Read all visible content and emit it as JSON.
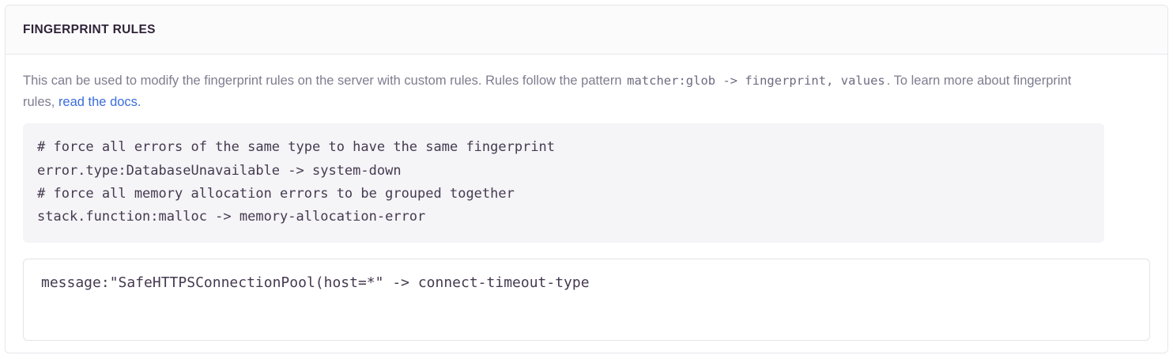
{
  "panel": {
    "title": "FINGERPRINT RULES",
    "description": {
      "text_before_code": "This can be used to modify the fingerprint rules on the server with custom rules. Rules follow the pattern ",
      "inline_code": "matcher:glob -> fingerprint, values",
      "text_after_code": ". To learn more about fingerprint rules, ",
      "link_label": "read the docs.",
      "link_color": "#3b6ddb"
    },
    "example_code": "# force all errors of the same type to have the same fingerprint\nerror.type:DatabaseUnavailable -> system-down\n# force all memory allocation errors to be grouped together\nstack.function:malloc -> memory-allocation-error",
    "example_lines": [
      "# force all errors of the same type to have the same fingerprint",
      "error.type:DatabaseUnavailable -> system-down",
      "# force all memory allocation errors to be grouped together",
      "stack.function:malloc -> memory-allocation-error"
    ],
    "rules_input": {
      "value": "message:\"SafeHTTPSConnectionPool(host=*\" -> connect-timeout-type",
      "placeholder": "matcher:glob -> fingerprint, values"
    },
    "colors": {
      "card_border": "#e7e6eb",
      "header_background": "#fbfbfc",
      "title_text": "#2f2438",
      "body_text": "#7e7d8f",
      "code_background": "#f5f4f7",
      "code_text": "#453a50",
      "input_border": "#e4e3e9"
    }
  }
}
